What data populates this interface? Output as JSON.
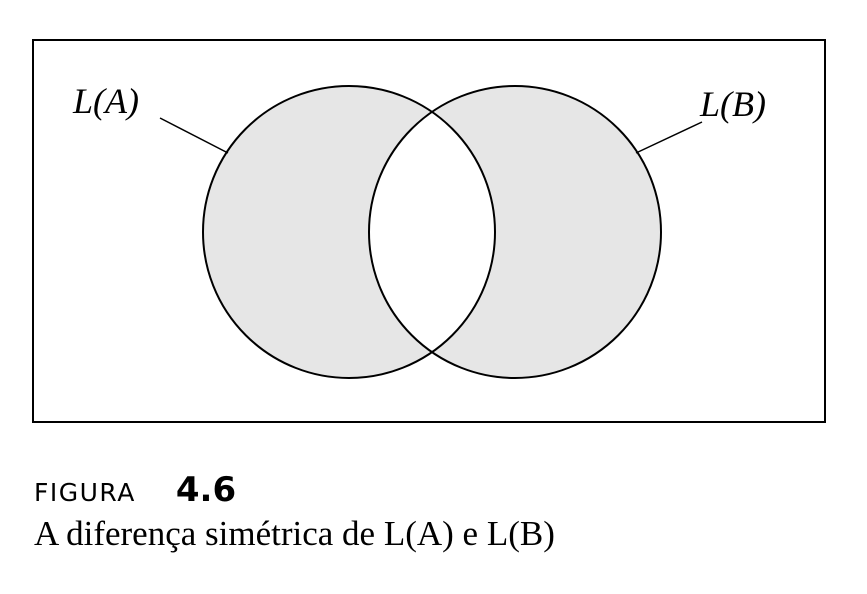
{
  "diagram": {
    "set_a_label": "L(A)",
    "set_b_label": "L(B)",
    "shaded_fill": "#e6e6e6",
    "stroke": "#000000"
  },
  "caption": {
    "figure_word": "FIGURA",
    "figure_number": "4.6",
    "description": "A diferença simétrica de L(A) e L(B)"
  }
}
